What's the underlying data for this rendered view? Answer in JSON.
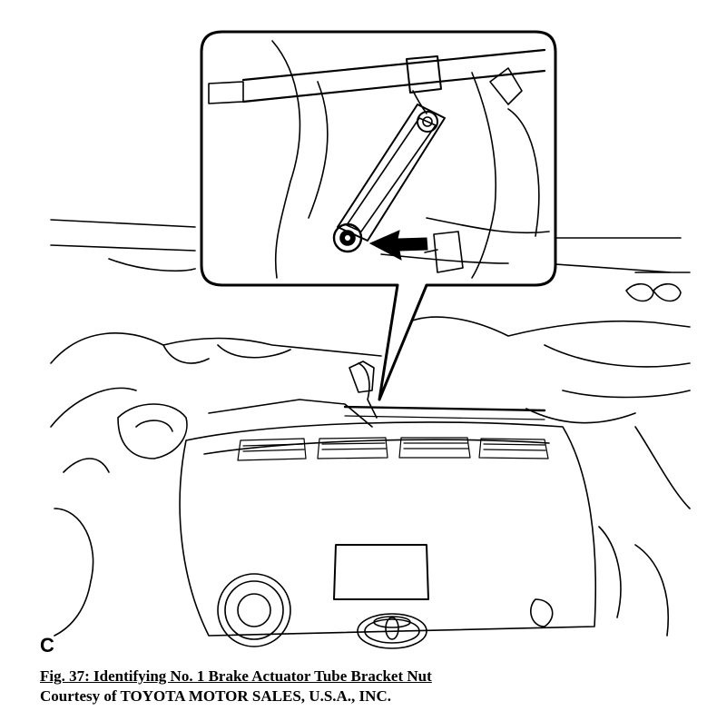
{
  "figure": {
    "panel_letter": "C",
    "caption": "Fig. 37: Identifying No. 1 Brake Actuator Tube Bracket Nut",
    "credit": "Courtesy of TOYOTA MOTOR SALES, U.S.A., INC."
  }
}
